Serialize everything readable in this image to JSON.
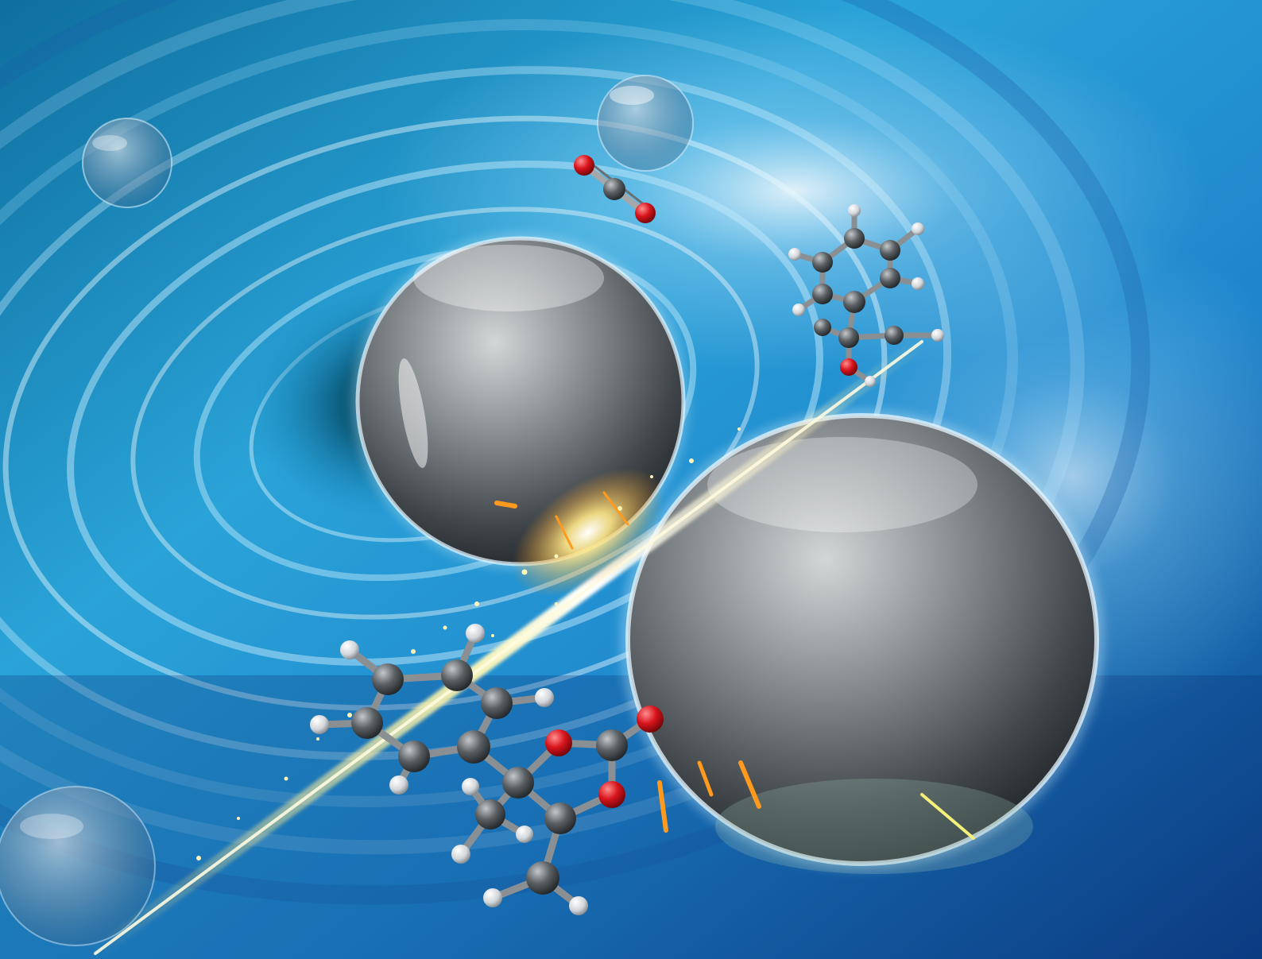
{
  "scene": {
    "palette": {
      "background_light": "#9fdcf5",
      "background_mid": "#1f8fcf",
      "background_deep": "#0a3f78",
      "vortex_center": "#0a4a6e",
      "steel_highlight": "#d8dadb",
      "steel_mid": "#7c8184",
      "steel_dark": "#2c3134",
      "carbon_atom": "#5a5f63",
      "hydrogen_atom": "#e8eaec",
      "oxygen_atom": "#d8141c",
      "spark_core": "#fff6b0",
      "spark_orange": "#ff9a1e"
    },
    "objects": [
      "steel-ball-large",
      "steel-ball-medium",
      "bubble-sphere-small",
      "molecule-co2",
      "molecule-alcohol",
      "molecule-cyclic-carbonate",
      "impact-spark-streak"
    ]
  }
}
